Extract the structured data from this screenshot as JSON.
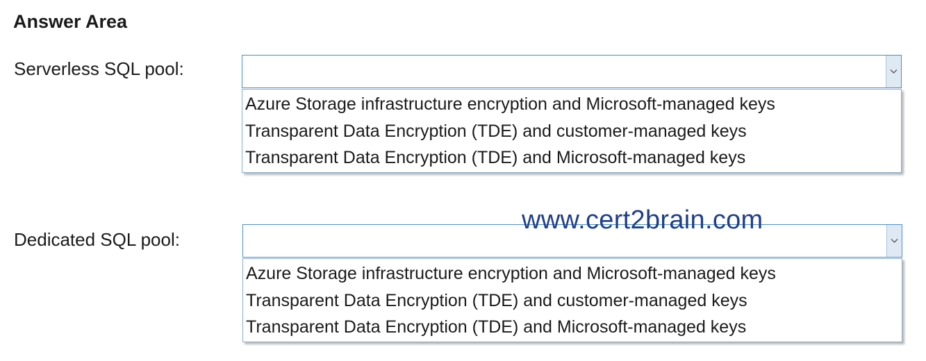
{
  "title": "Answer Area",
  "rows": [
    {
      "label": "Serverless SQL pool:",
      "selected_value": "",
      "options": [
        "Azure Storage infrastructure encryption and Microsoft-managed keys",
        "Transparent Data Encryption (TDE) and customer-managed keys",
        "Transparent Data Encryption (TDE) and Microsoft-managed keys"
      ]
    },
    {
      "label": "Dedicated SQL pool:",
      "selected_value": "",
      "options": [
        "Azure Storage infrastructure encryption and Microsoft-managed keys",
        "Transparent Data Encryption (TDE) and customer-managed keys",
        "Transparent Data Encryption (TDE) and Microsoft-managed keys"
      ]
    }
  ],
  "watermark": "www.cert2brain.com",
  "colors": {
    "dropdown_border": "#4a90c8",
    "arrow_background": "#dfe9f3",
    "watermark": "#1f3f8c"
  },
  "icons": {
    "dropdown_arrow": "chevron-down-icon"
  }
}
